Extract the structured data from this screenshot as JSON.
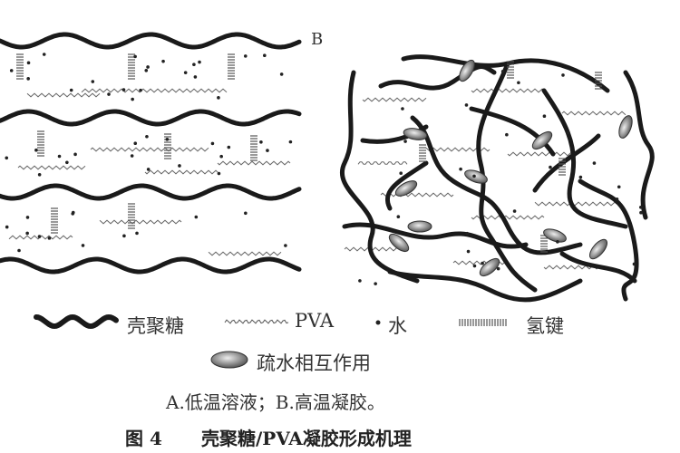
{
  "panels": {
    "b_label": "B"
  },
  "legend": {
    "chitosan": "壳聚糖",
    "pva": "PVA",
    "water": "水",
    "hydrogen_bond": "氢键",
    "hydrophobic": "疏水相互作用"
  },
  "subcaption": "A.低温溶液；B.高温凝胶。",
  "caption": {
    "number": "图 4",
    "title": "壳聚糖/PVA凝胶形成机理"
  }
}
